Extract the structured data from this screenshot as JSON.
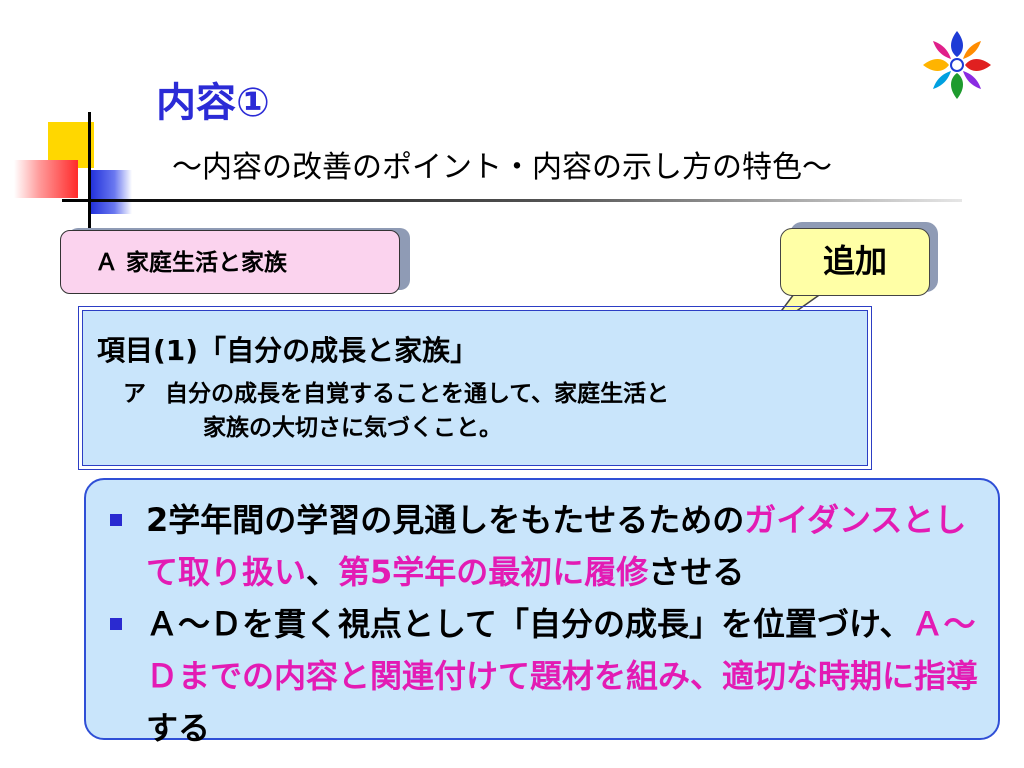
{
  "slide": {
    "title": "内容①",
    "subtitle": "～内容の改善のポイント・内容の示し方の特色～",
    "section_tag": "Ａ 家庭生活と家族",
    "callout": "追加",
    "item": {
      "title": "項目(1)「自分の成長と家族」",
      "desc_marker": "ア",
      "desc_line1": "自分の成長を自覚することを通して、家庭生活と",
      "desc_line2": "家族の大切さに気づくこと。"
    },
    "bullets": [
      {
        "text1": "2学年間の学習の見通しをもたせるための",
        "hl1": "ガイダンスとして取り扱い",
        "text2": "、",
        "hl2": "第5学年の最初に履修",
        "text3": "させる"
      },
      {
        "text1": "Ａ～Ｄを貫く視点として「自分の成長」を位置づけ、",
        "hl1": "Ａ～Ｄまでの内容と関連付けて題材を組み、適切な時期に指導",
        "text2": "する"
      }
    ]
  },
  "colors": {
    "title": "#2b2bd6",
    "highlight": "#e31bb4",
    "box_fill": "#c9e5fb",
    "tag_fill": "#fbd3ee",
    "callout_fill": "#ffffa6",
    "bullet": "#2a2ad0"
  },
  "icons": {
    "logo": "decorative-school-emblem-icon",
    "bullet": "square-bullet-icon"
  }
}
